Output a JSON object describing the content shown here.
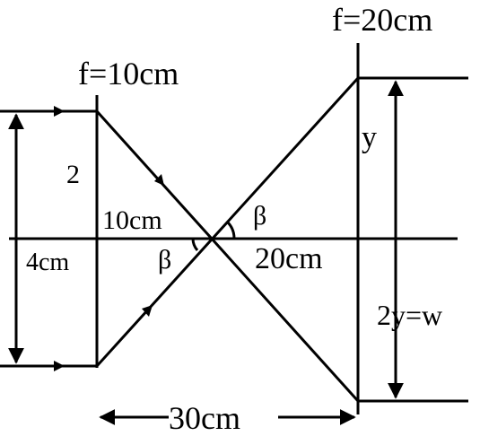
{
  "labels": {
    "focal_right": "f=20cm",
    "focal_left": "f=10cm",
    "beam_half_width": "2",
    "image_height": "y",
    "left_distance": "10cm",
    "angle_top": "β",
    "angle_bottom": "β",
    "beam_width": "4cm",
    "right_distance": "20cm",
    "output_width": "2y=w",
    "separation": "30cm"
  }
}
